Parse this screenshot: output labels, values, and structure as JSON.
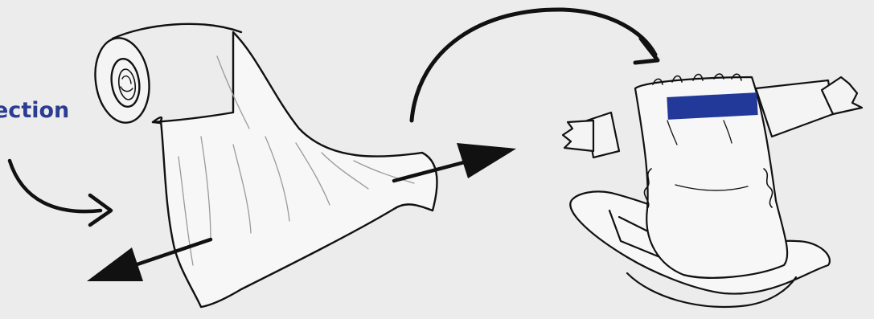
{
  "labels": {
    "direction": "ection"
  },
  "colors": {
    "background": "#ececec",
    "label": "#2b3d91",
    "band": "#22399a",
    "ink": "#111111"
  },
  "items": {
    "roll": "fabric-roll",
    "sheet": "fabric-sheet",
    "product": "diaper"
  }
}
